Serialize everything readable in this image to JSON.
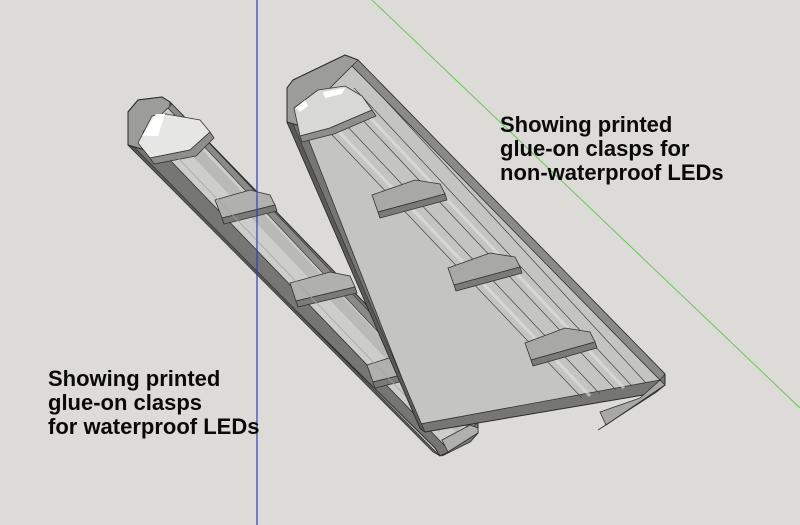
{
  "viewport": {
    "background": "#dcdbd7",
    "axes": {
      "blue_axis_color": "#3a3ab8",
      "green_axis_color": "#6cc45a"
    }
  },
  "models": [
    {
      "name": "left-led-channel",
      "variant": "waterproof",
      "clasp_count": 5
    },
    {
      "name": "right-led-channel",
      "variant": "non-waterproof",
      "clasp_count": 5
    }
  ],
  "annotations": {
    "right": {
      "line1": "Showing printed",
      "line2": "glue-on clasps for",
      "line3": "non-waterproof LEDs"
    },
    "left": {
      "line1": "Showing printed",
      "line2": "glue-on clasps",
      "line3": "for waterproof LEDs"
    }
  }
}
